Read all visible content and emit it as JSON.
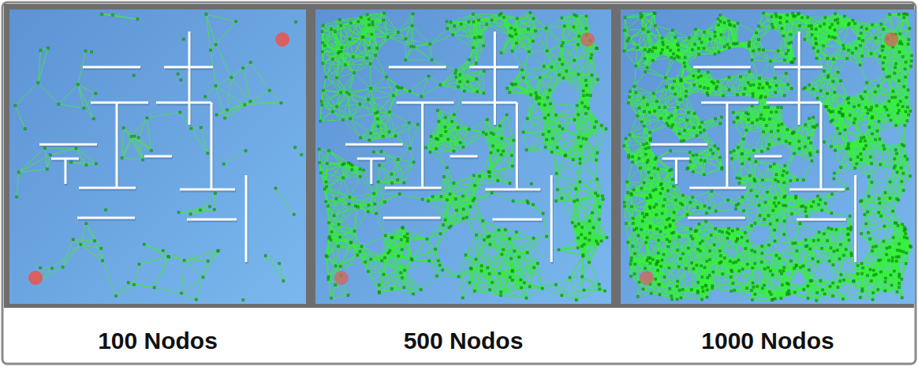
{
  "diagram": {
    "labels": [
      "100 Nodos",
      "500 Nodos",
      "1000 Nodos"
    ]
  }
}
